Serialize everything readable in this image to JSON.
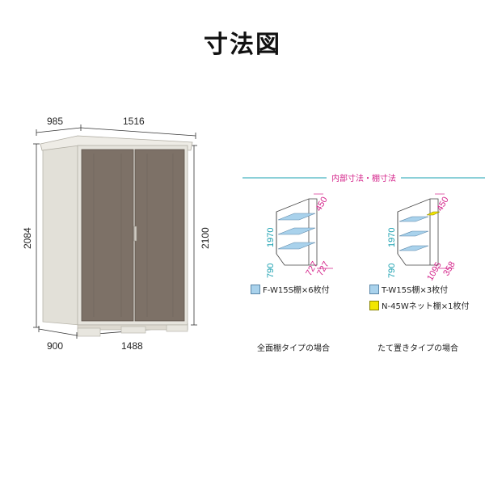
{
  "title": "寸法図",
  "shed": {
    "dims": {
      "top_depth": "985",
      "top_width": "1516",
      "left_height": "2084",
      "right_height": "2100",
      "bottom_depth": "900",
      "bottom_width": "1488"
    },
    "colors": {
      "body": "#e6e4dd",
      "door": "#7d7167",
      "frame": "#d9d7cf"
    }
  },
  "interior": {
    "header": "内部寸法・棚寸法",
    "left_diagram": {
      "height": "1970",
      "shelf_depth": "450",
      "depth": "790",
      "width_a": "727",
      "width_b": "727",
      "legend": "F-W15S棚×6枚付",
      "caption": "全面棚タイプの場合"
    },
    "right_diagram": {
      "height": "1970",
      "shelf_depth": "450",
      "depth": "790",
      "width_a": "1095",
      "width_b": "358",
      "legend_1": "T-W15S棚×3枚付",
      "legend_2": "N-45Wネット棚×1枚付",
      "caption": "たて置きタイプの場合"
    },
    "colors": {
      "accent": "#1aa0b0",
      "pink": "#d4238a",
      "shelf": "#a9d2ec",
      "net_shelf": "#f2e600"
    }
  }
}
